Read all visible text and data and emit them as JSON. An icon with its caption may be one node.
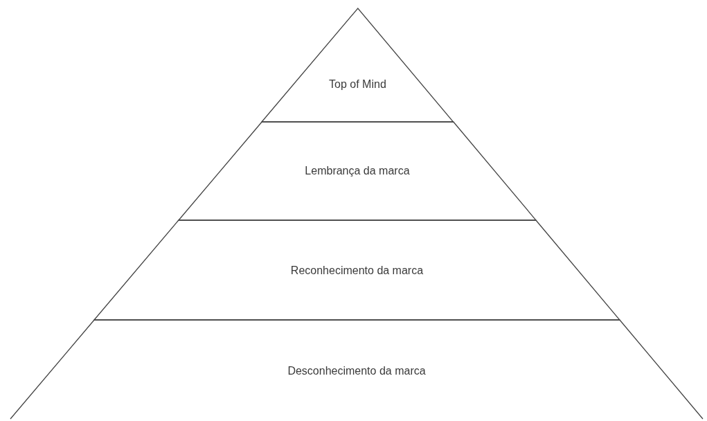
{
  "diagram": {
    "nodes": [
      {
        "text": [
          "Top of Mind"
        ]
      },
      {
        "text": [
          "Lembrança da marca"
        ]
      },
      {
        "text": [
          "Reconhecimento da marca"
        ]
      },
      {
        "text": [
          "Desconhecimento da marca"
        ]
      }
    ]
  }
}
